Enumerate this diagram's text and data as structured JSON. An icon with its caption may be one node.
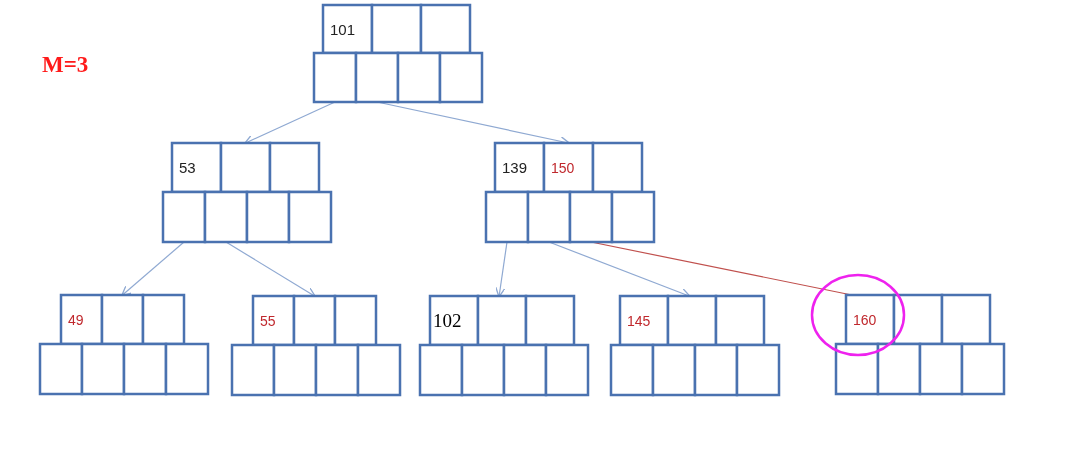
{
  "diagram": {
    "nodes": [
      {
        "text": [
          "101"
        ]
      },
      {
        "text": [
          "53"
        ]
      },
      {
        "text": [
          "139",
          "150"
        ]
      },
      {
        "text": [
          "49"
        ]
      },
      {
        "text": [
          "55"
        ]
      },
      {
        "text": [
          "102"
        ]
      },
      {
        "text": [
          "145"
        ]
      },
      {
        "text": [
          "160"
        ]
      }
    ],
    "edges": [
      {
        "from": 0,
        "to": 1,
        "arrow": "to"
      },
      {
        "from": 0,
        "to": 2,
        "arrow": "to"
      },
      {
        "from": 1,
        "to": 3,
        "arrow": "to"
      },
      {
        "from": 1,
        "to": 4,
        "arrow": "to"
      },
      {
        "from": 2,
        "to": 5,
        "arrow": "to"
      },
      {
        "from": 2,
        "to": 6,
        "arrow": "to"
      },
      {
        "from": 2,
        "to": 7,
        "arrow": "none",
        "color": "#c0504d"
      }
    ],
    "labels": [
      "M=3"
    ]
  }
}
